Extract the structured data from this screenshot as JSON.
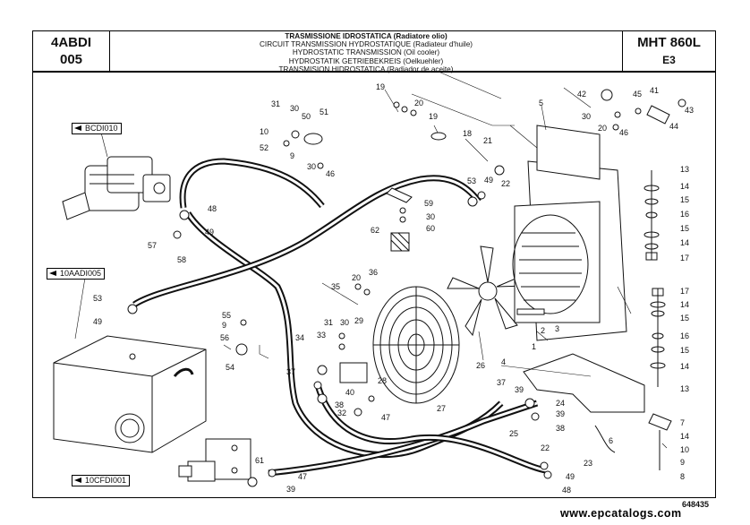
{
  "header": {
    "code_line1": "4ABDI",
    "code_line2": "005",
    "titles": [
      "TRASMISSIONE IDROSTATICA (Radiatore olio)",
      "CIRCUIT TRANSMISSION HYDROSTATIQUE (Radiateur d'huile)",
      "HYDROSTATIC TRANSMISSION (Oil cooler)",
      "HYDROSTATIK GETRIEBEKREIS (Oelkuehler)",
      "TRANSMISION HIDROSTATICA (Radiador de aceite)"
    ],
    "model": "MHT 860L",
    "variant": "E3"
  },
  "references": {
    "pump": "BCDI010",
    "tank": "10AADI005",
    "valve": "10CFDI001"
  },
  "part_labels": [
    "19",
    "20",
    "19",
    "18",
    "21",
    "53",
    "49",
    "22",
    "5",
    "42",
    "45",
    "41",
    "43",
    "30",
    "20",
    "46",
    "44",
    "31",
    "30",
    "50",
    "51",
    "10",
    "9",
    "52",
    "30",
    "46",
    "48",
    "49",
    "57",
    "58",
    "59",
    "30",
    "60",
    "62",
    "20",
    "36",
    "35",
    "53",
    "49",
    "55",
    "9",
    "56",
    "54",
    "31",
    "30",
    "29",
    "34",
    "33",
    "37",
    "40",
    "38",
    "28",
    "32",
    "47",
    "27",
    "26",
    "3",
    "1",
    "2",
    "13",
    "14",
    "15",
    "16",
    "14",
    "15",
    "17",
    "17",
    "14",
    "15",
    "16",
    "15",
    "14",
    "13",
    "4",
    "37",
    "39",
    "24",
    "39",
    "25",
    "38",
    "6",
    "7",
    "14",
    "10",
    "9",
    "8",
    "22",
    "49",
    "23",
    "48",
    "61",
    "47",
    "39"
  ],
  "footer": {
    "drawing_number": "648435",
    "website": "www.epcatalogs.com"
  },
  "colors": {
    "line": "#111111",
    "hose": "#1a1a1a",
    "background": "#ffffff"
  }
}
